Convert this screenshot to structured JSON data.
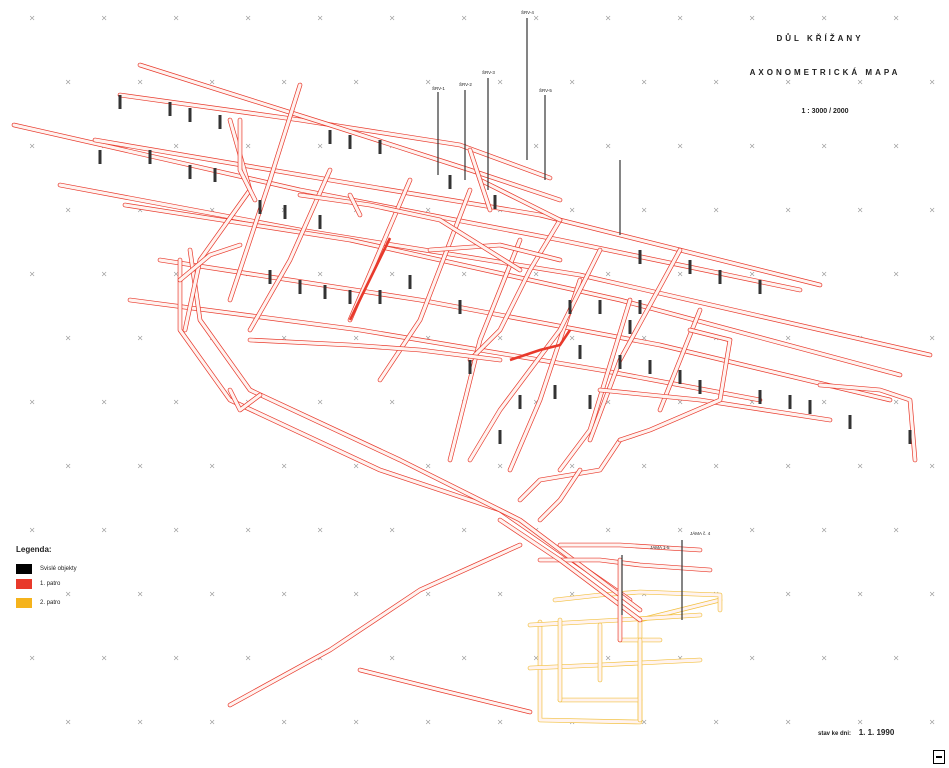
{
  "map": {
    "title": "DŮL KŘÍŽANY",
    "subtitle": "AXONOMETRICKÁ MAPA",
    "scale": "1 : 3000 / 2000",
    "date_label": "stav ke dni:",
    "date_value": "1. 1. 1990"
  },
  "legend": {
    "title": "Legenda:",
    "items": [
      {
        "label": "Svislé objekty",
        "color": "#000000"
      },
      {
        "label": "1. patro",
        "color": "#e8392b"
      },
      {
        "label": "2. patro",
        "color": "#f5b31c"
      }
    ]
  },
  "colors": {
    "level1": "#e8392b",
    "level1_fill": "#f6c9c2",
    "level2": "#f2c140",
    "vertical": "#333333",
    "marker": "#9a9a9a"
  },
  "shafts": [
    {
      "label": "ŠRV-1"
    },
    {
      "label": "ŠRV-2"
    },
    {
      "label": "ŠRV-3"
    },
    {
      "label": "ŠRV-4"
    },
    {
      "label": "ŠRV-5"
    },
    {
      "label": "JÁMA 1-5"
    },
    {
      "label": "JÁMA č. 4"
    }
  ]
}
